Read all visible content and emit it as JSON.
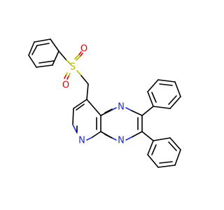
{
  "molecule": {
    "atoms": {
      "S": {
        "symbol": "S",
        "color": "#b8b800"
      },
      "O1": {
        "symbol": "O",
        "color": "#e00000"
      },
      "O2": {
        "symbol": "O",
        "color": "#e00000"
      },
      "N1": {
        "symbol": "N",
        "color": "#1f2bd0"
      },
      "N4": {
        "symbol": "N",
        "color": "#1f2bd0"
      },
      "N5": {
        "symbol": "N",
        "color": "#1f2bd0"
      }
    },
    "bond_color": "#000000"
  }
}
